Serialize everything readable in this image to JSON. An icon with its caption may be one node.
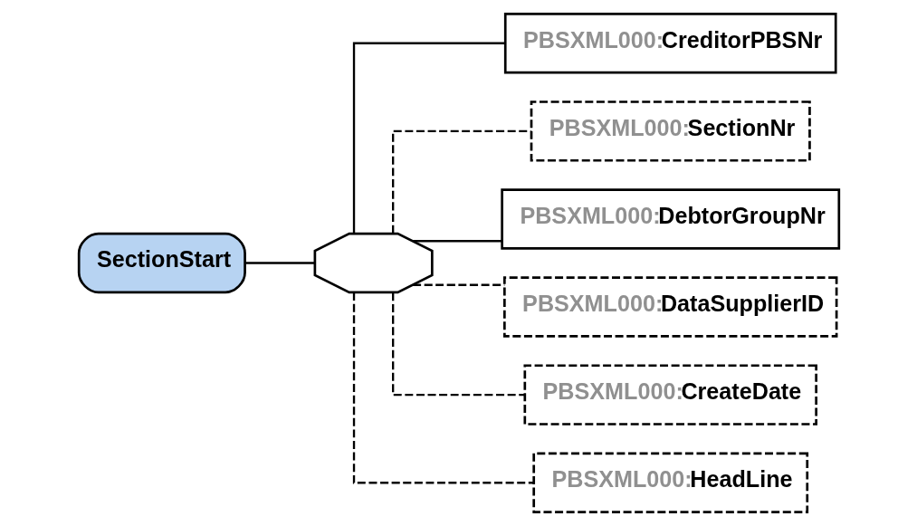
{
  "diagram": {
    "nodes": [
      {
        "text": [
          "SectionStart"
        ]
      },
      {
        "text": [],
        "shape": "octagon"
      },
      {
        "text": [
          "PBSXML000:CreditorPBSNr"
        ]
      },
      {
        "text": [
          "PBSXML000:SectionNr"
        ]
      },
      {
        "text": [
          "PBSXML000:DebtorGroupNr"
        ]
      },
      {
        "text": [
          "PBSXML000:DataSupplierID"
        ]
      },
      {
        "text": [
          "PBSXML000:CreateDate"
        ]
      },
      {
        "text": [
          "PBSXML000:HeadLine"
        ]
      }
    ],
    "edges": [
      {
        "from": 0,
        "to": 1,
        "arrow": "none"
      },
      {
        "from": 1,
        "to": 2,
        "arrow": "none"
      },
      {
        "from": 1,
        "to": 3,
        "arrow": "none",
        "style": "dashed"
      },
      {
        "from": 1,
        "to": 4,
        "arrow": "none"
      },
      {
        "from": 1,
        "to": 5,
        "arrow": "none",
        "style": "dashed"
      },
      {
        "from": 1,
        "to": 6,
        "arrow": "none",
        "style": "dashed"
      },
      {
        "from": 1,
        "to": 7,
        "arrow": "none",
        "style": "dashed"
      }
    ]
  }
}
